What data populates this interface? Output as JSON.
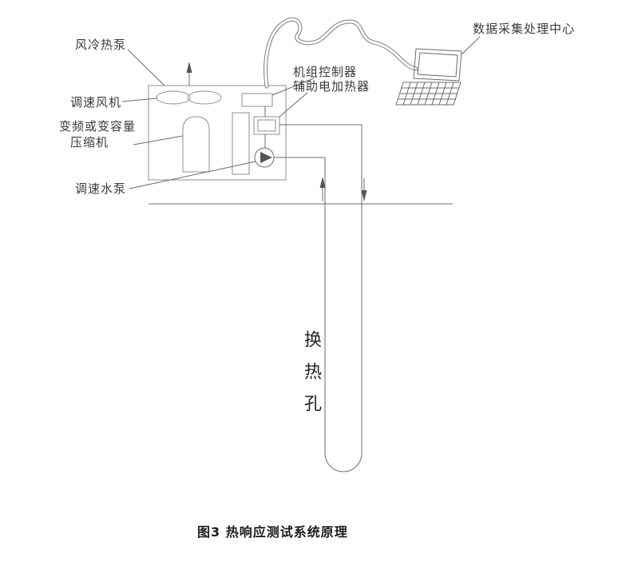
{
  "figure": {
    "caption": "图3 热响应测试系统原理",
    "labels": {
      "air_cooled_heat_pump": "风冷热泵",
      "variable_speed_fan": "调速风机",
      "compressor_line1": "变频或变容量",
      "compressor_line2": "压缩机",
      "variable_speed_pump": "调速水泵",
      "unit_controller": "机组控制器",
      "auxiliary_heater": "辅助电加热器",
      "data_center": "数据采集处理中心",
      "borehole": "换热孔"
    },
    "colors": {
      "line": "#6b6b6b",
      "box_line": "#8f8f8f",
      "text": "#3a3a3a",
      "background": "#ffffff"
    }
  }
}
